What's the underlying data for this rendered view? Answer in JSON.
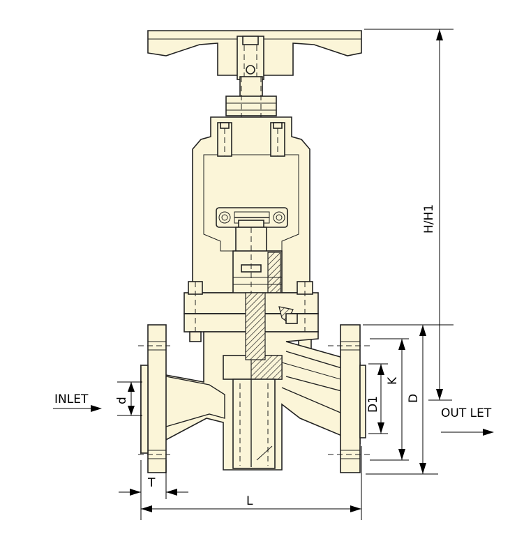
{
  "labels": {
    "inlet": "INLET",
    "outlet": "OUT LET",
    "height": "H/H1",
    "length": "L",
    "thickness": "T",
    "bore": "d",
    "flange_outer": "D",
    "bolt_circle": "K",
    "raised_face": "D1"
  },
  "colors": {
    "body_fill": "#fbf5d8",
    "outline": "#222222"
  }
}
